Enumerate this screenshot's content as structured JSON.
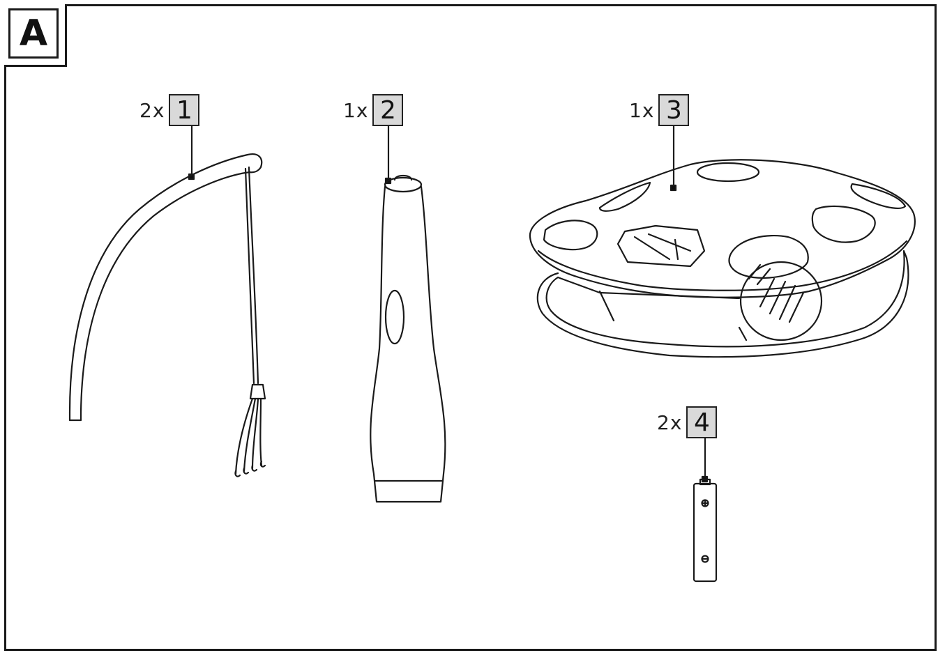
{
  "section": {
    "label": "A"
  },
  "parts": [
    {
      "qty": "2x",
      "number": "1",
      "icon": "rod-with-string-icon"
    },
    {
      "qty": "1x",
      "number": "2",
      "icon": "handle-icon"
    },
    {
      "qty": "1x",
      "number": "3",
      "icon": "tray-base-icon"
    },
    {
      "qty": "2x",
      "number": "4",
      "icon": "battery-icon"
    }
  ]
}
